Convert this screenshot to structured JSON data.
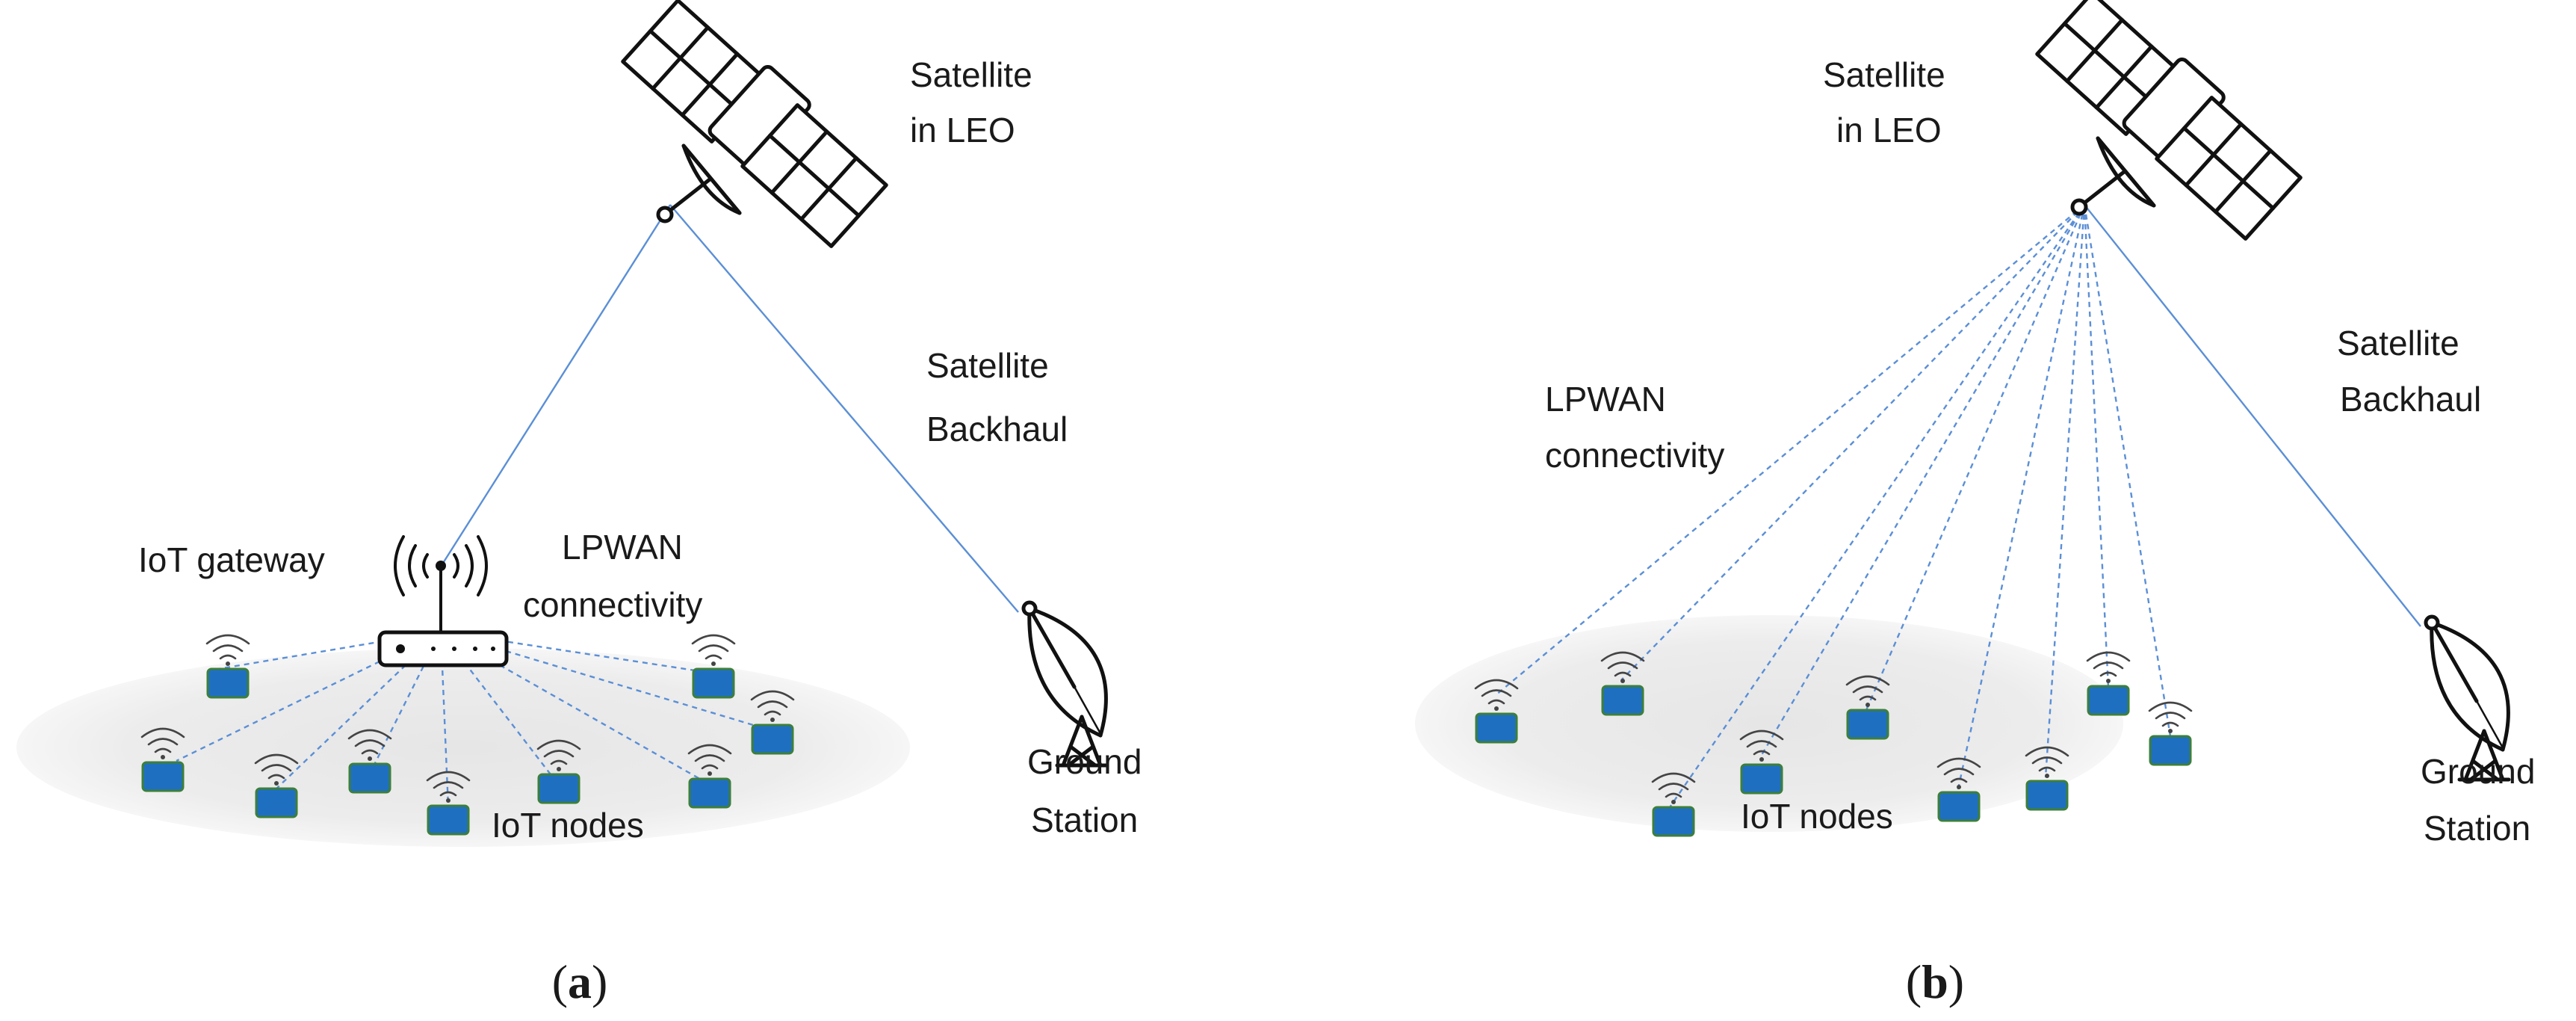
{
  "panels": [
    {
      "id": "a",
      "caption_open": "(",
      "caption_letter": "a",
      "caption_close": ")",
      "satellite_label": [
        "Satellite",
        "in LEO"
      ],
      "backhaul_label": [
        "Satellite",
        "Backhaul"
      ],
      "ground_label": [
        "Ground",
        "Station"
      ],
      "gateway_label": "IoT gateway",
      "lpwan_label": [
        "LPWAN",
        "connectivity"
      ],
      "nodes_label": "IoT nodes"
    },
    {
      "id": "b",
      "caption_open": "(",
      "caption_letter": "b",
      "caption_close": ")",
      "satellite_label": [
        "Satellite",
        "in LEO"
      ],
      "backhaul_label": [
        "Satellite",
        "Backhaul"
      ],
      "ground_label": [
        "Ground",
        "Station"
      ],
      "lpwan_label": [
        "LPWAN",
        "connectivity"
      ],
      "nodes_label": "IoT nodes"
    }
  ],
  "colors": {
    "link": "#5b8fd6",
    "node_fill": "#1f6fc1",
    "node_border": "#3d7f3a",
    "area": "#e9e9e9",
    "ink": "#111111"
  },
  "icons": [
    "satellite-icon",
    "ground-station-dish-icon",
    "gateway-router-icon",
    "iot-node-icon",
    "wifi-signal-icon"
  ]
}
